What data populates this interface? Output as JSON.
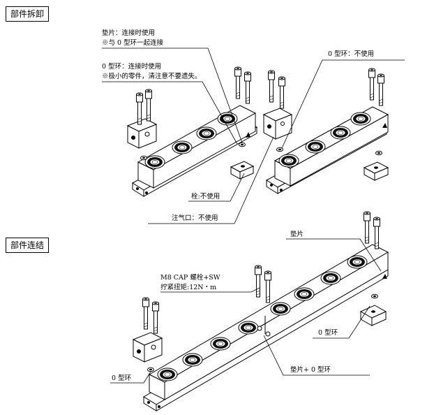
{
  "sections": {
    "disassembly_title": "部件拆卸",
    "assembly_title": "部件连结"
  },
  "labels": {
    "gasket_line1": "垫片：连接时使用",
    "gasket_line2": "※与 0 型环一起连接",
    "oring_line1": "0 型环：连接时使用",
    "oring_line2": "※极小的零件，清注意不要遗失。",
    "oring_unused": "0 型环：不使用",
    "plug_unused": "栓:不使用",
    "inlet_unused": "注气口：不使用",
    "gasket_top": "垫片",
    "bolt_line1": "M8 CAP 螺栓+SW",
    "bolt_line2": "拧紧扭矩:12N・m",
    "oring_right": "0 型环",
    "oring_left": "0 型环",
    "gasket_oring": "垫片+ 0 型环"
  }
}
